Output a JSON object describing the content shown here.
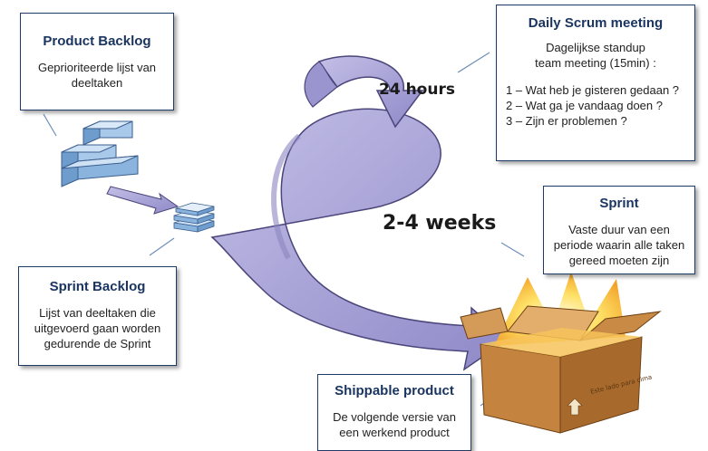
{
  "product_backlog": {
    "title": "Product Backlog",
    "description": "Geprioriteerde lijst van deeltaken"
  },
  "daily_scrum": {
    "title": "Daily Scrum meeting",
    "subtitle_line1": "Dagelijkse standup",
    "subtitle_line2": "team meeting (15min) :",
    "q1": "1 – Wat heb je gisteren gedaan ?",
    "q2": "2 – Wat ga je vandaag doen ?",
    "q3": "3 – Zijn er problemen ?"
  },
  "sprint": {
    "title": "Sprint",
    "description": "Vaste duur van een periode waarin alle taken gereed moeten zijn"
  },
  "sprint_backlog": {
    "title": "Sprint Backlog",
    "description": "Lijst van deeltaken die uitgevoerd gaan worden gedurende de Sprint"
  },
  "shippable_product": {
    "title": "Shippable product",
    "description": "De volgende versie van een werkend product"
  },
  "cycle_labels": {
    "daily": "24 hours",
    "sprint": "2-4 weeks"
  },
  "box_label": "Este lado para cima",
  "colors": {
    "arrow_fill": "#a9a4d8",
    "arrow_stroke": "#4a457a",
    "card_border": "#1e3a66",
    "title_color": "#1b3561",
    "backlog_blue": "#8ab4dd",
    "box_brown": "#b87939",
    "glow": "#ffd23a"
  }
}
